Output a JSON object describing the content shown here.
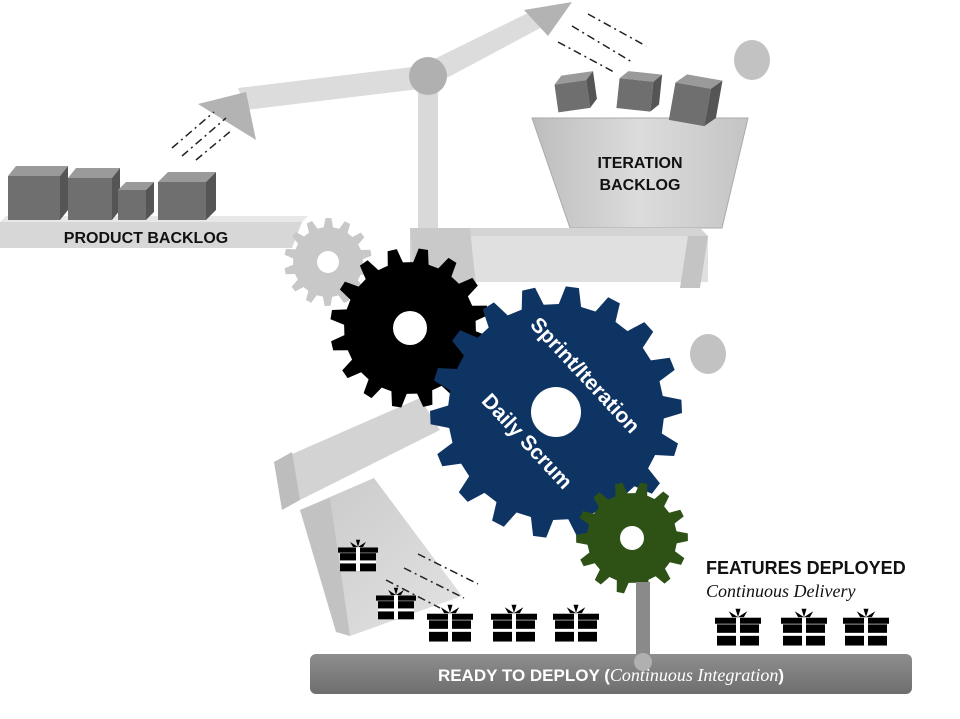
{
  "labels": {
    "product_backlog": "PRODUCT BACKLOG",
    "iteration_backlog_line1": "ITERATION",
    "iteration_backlog_line2": "BACKLOG",
    "gear_sprint": "Sprint/Iteration",
    "gear_daily": "Daily Scrum",
    "features_deployed": "FEATURES DEPLOYED",
    "continuous_delivery": "Continuous Delivery",
    "ready_to_deploy": "READY TO DEPLOY (",
    "continuous_integration": "Continuous Integration",
    "ready_to_deploy_close": ")"
  },
  "icons": [
    "box-icon",
    "gift-icon",
    "gear-icon",
    "motion-lines-icon",
    "arrow-head-icon"
  ],
  "colors": {
    "box": "#6f6f6f",
    "box_top": "#9a9a9a",
    "box_side": "#555555",
    "light_structure": "#d6d6d6",
    "mid_structure": "#b9b9b9",
    "small_gear": "#c8c8c8",
    "black_gear": "#000000",
    "blue_gear": "#0e3464",
    "green_gear": "#2e5216",
    "conveyor": "#808080",
    "gift": "#000000"
  }
}
